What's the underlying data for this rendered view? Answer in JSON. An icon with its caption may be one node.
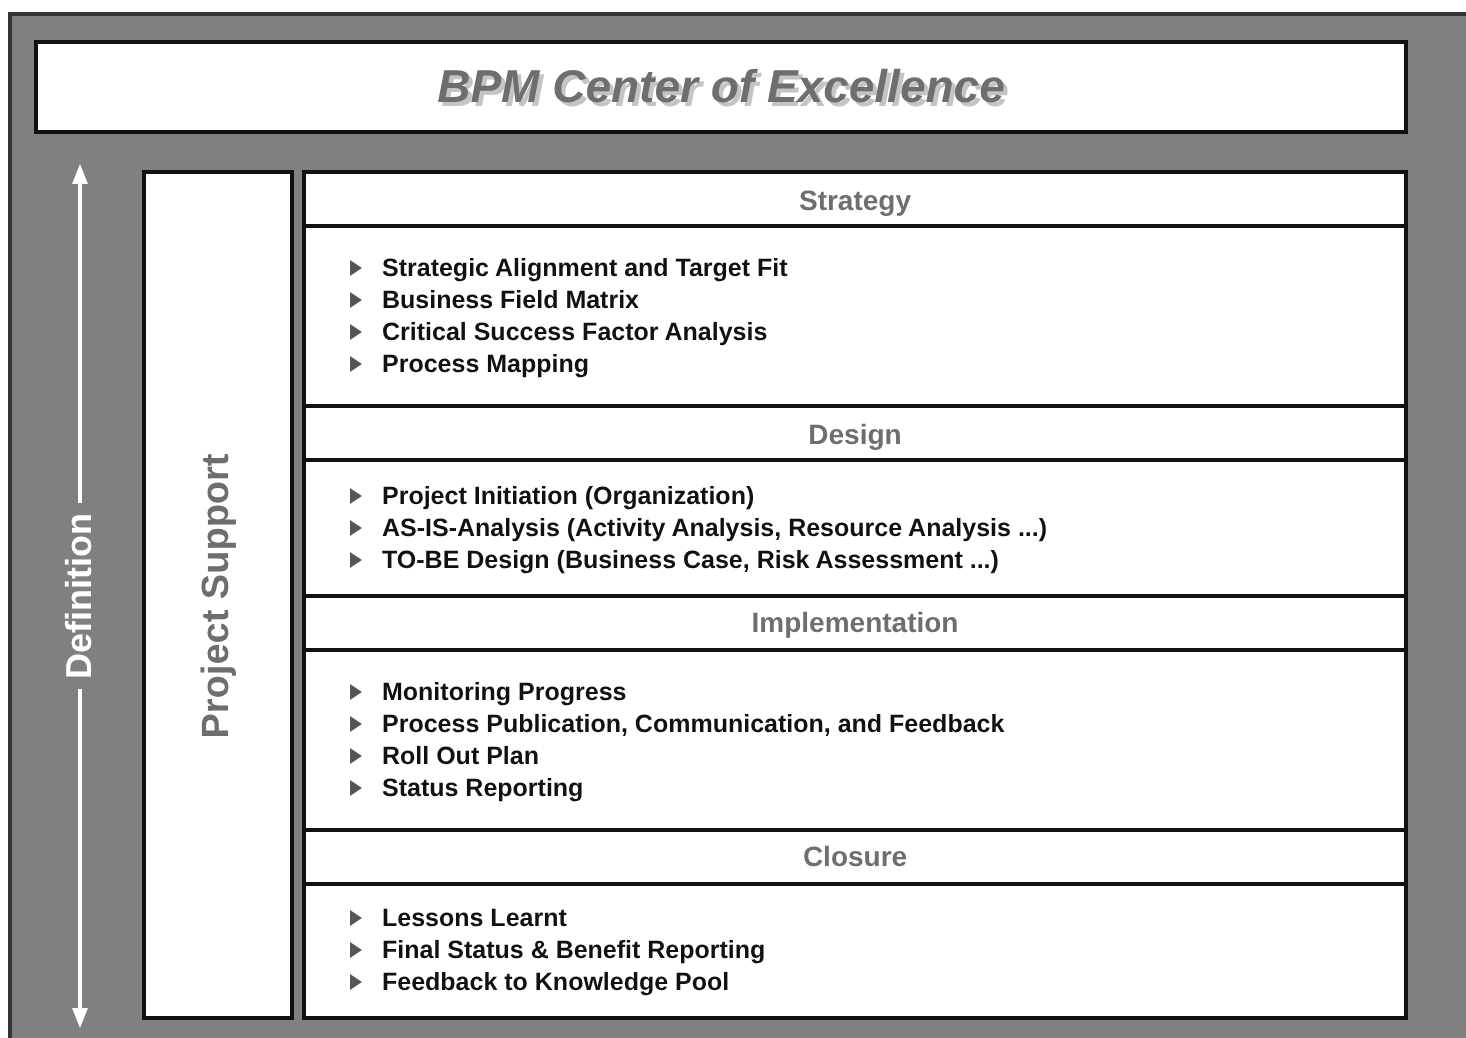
{
  "diagram": {
    "title": "BPM Center of Excellence",
    "nodes": [
      {
        "text": [
          "Project Support"
        ]
      },
      {
        "text": [
          "Strategy",
          "Strategic Alignment and Target Fit",
          "Business Field Matrix",
          "Critical Success Factor Analysis",
          "Process Mapping"
        ]
      },
      {
        "text": [
          "Design",
          "Project Initiation (Organization)",
          "AS-IS-Analysis (Activity Analysis, Resource Analysis ...)",
          "TO-BE Design (Business Case, Risk Assessment ...)"
        ]
      },
      {
        "text": [
          "Implementation",
          "Monitoring Progress",
          "Process Publication, Communication, and Feedback",
          "Roll Out Plan",
          "Status Reporting"
        ]
      },
      {
        "text": [
          "Closure",
          "Lessons Learnt",
          "Final Status & Benefit Reporting",
          "Feedback to Knowledge Pool"
        ]
      }
    ],
    "labels": [
      "Definition"
    ]
  }
}
